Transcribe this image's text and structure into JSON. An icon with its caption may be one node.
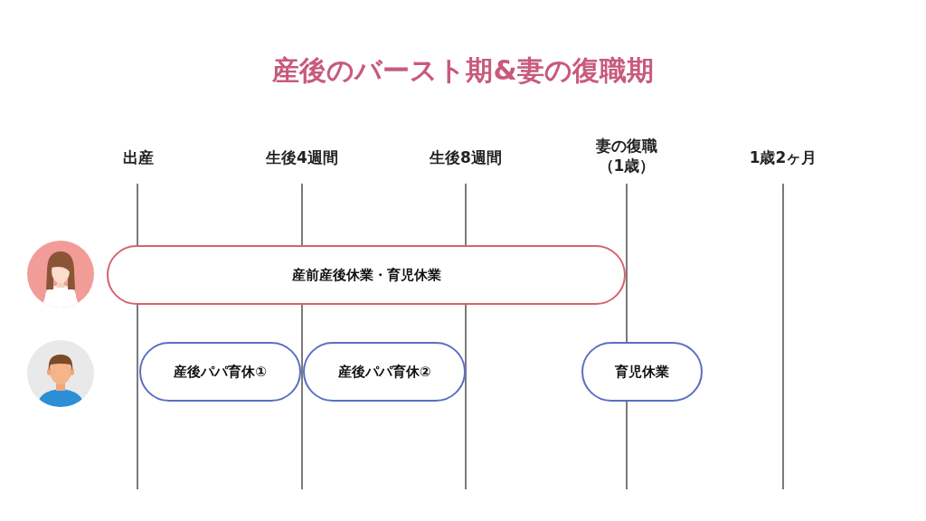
{
  "diagram": {
    "title": "産後のバースト期&妻の復職期",
    "nodes": [
      {
        "text": [],
        "shape": "person"
      },
      {
        "text": [
          "産前産後休業・育児休業"
        ]
      },
      {
        "text": [],
        "shape": "person"
      },
      {
        "text": [
          "産後パパ育休①"
        ]
      },
      {
        "text": [
          "産後パパ育休②"
        ]
      },
      {
        "text": [
          "育児休業"
        ]
      }
    ],
    "edges": [],
    "labels": [
      "出産",
      "生後4週間",
      "生後8週間",
      "妻の復職（1歳）",
      "1歳2ヶ月"
    ]
  }
}
